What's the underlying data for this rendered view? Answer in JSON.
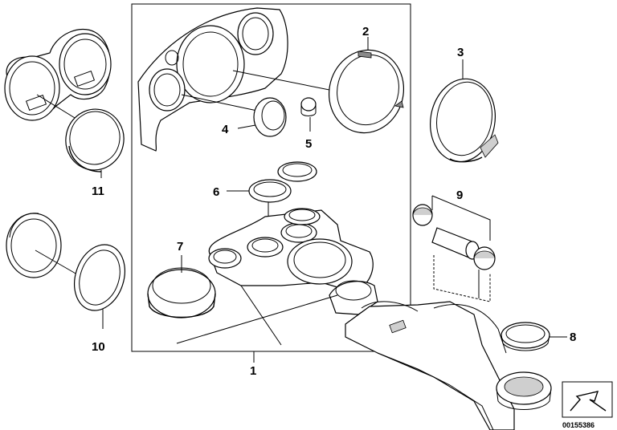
{
  "diagram": {
    "document_number": "00155386",
    "callouts": [
      {
        "id": "part-1",
        "label": "1"
      },
      {
        "id": "part-2",
        "label": "2"
      },
      {
        "id": "part-3",
        "label": "3"
      },
      {
        "id": "part-4",
        "label": "4"
      },
      {
        "id": "part-5",
        "label": "5"
      },
      {
        "id": "part-6",
        "label": "6"
      },
      {
        "id": "part-7",
        "label": "7"
      },
      {
        "id": "part-8",
        "label": "8"
      },
      {
        "id": "part-9",
        "label": "9"
      },
      {
        "id": "part-10",
        "label": "10"
      },
      {
        "id": "part-11",
        "label": "11"
      }
    ],
    "colors": {
      "line": "#000000",
      "background": "#ffffff",
      "shade": "#cfcfcf"
    }
  }
}
